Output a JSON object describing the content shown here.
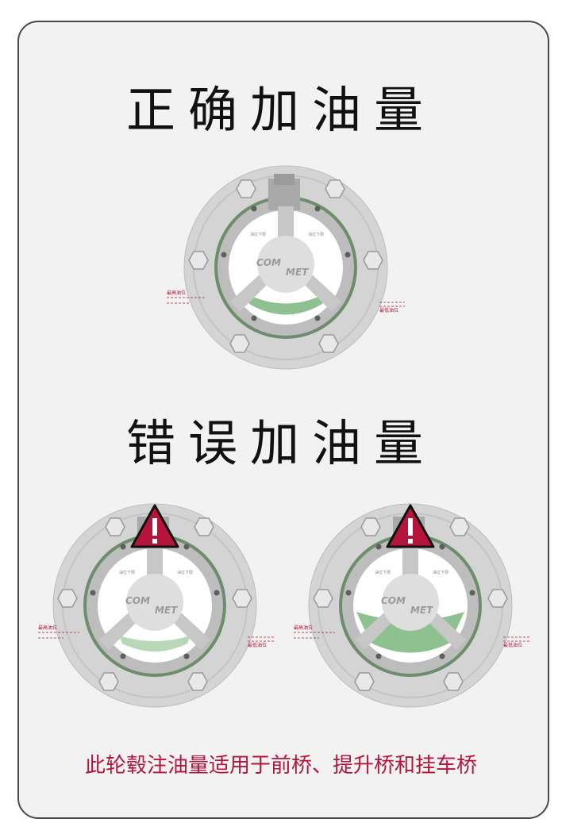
{
  "headings": {
    "correct": "正确加油量",
    "wrong": "错误加油量"
  },
  "hub": {
    "logo_left": "COM",
    "logo_right": "MET",
    "ring_label_left": "油位下限",
    "ring_label_right": "油位下限",
    "max_oil_label": "最高油位",
    "min_oil_label": "最低油位"
  },
  "diagrams": [
    {
      "id": "correct",
      "oil_level": "correct",
      "warning": false
    },
    {
      "id": "too-low",
      "oil_level": "low",
      "warning": true
    },
    {
      "id": "too-high",
      "oil_level": "high",
      "warning": true
    }
  ],
  "footer": "此轮毂注油量适用于前桥、提升桥和挂车桥",
  "colors": {
    "accent": "#b5153b",
    "oil": "#8fc08f",
    "warning": "#b5153b",
    "hub_gray": "#c9c9c9"
  }
}
